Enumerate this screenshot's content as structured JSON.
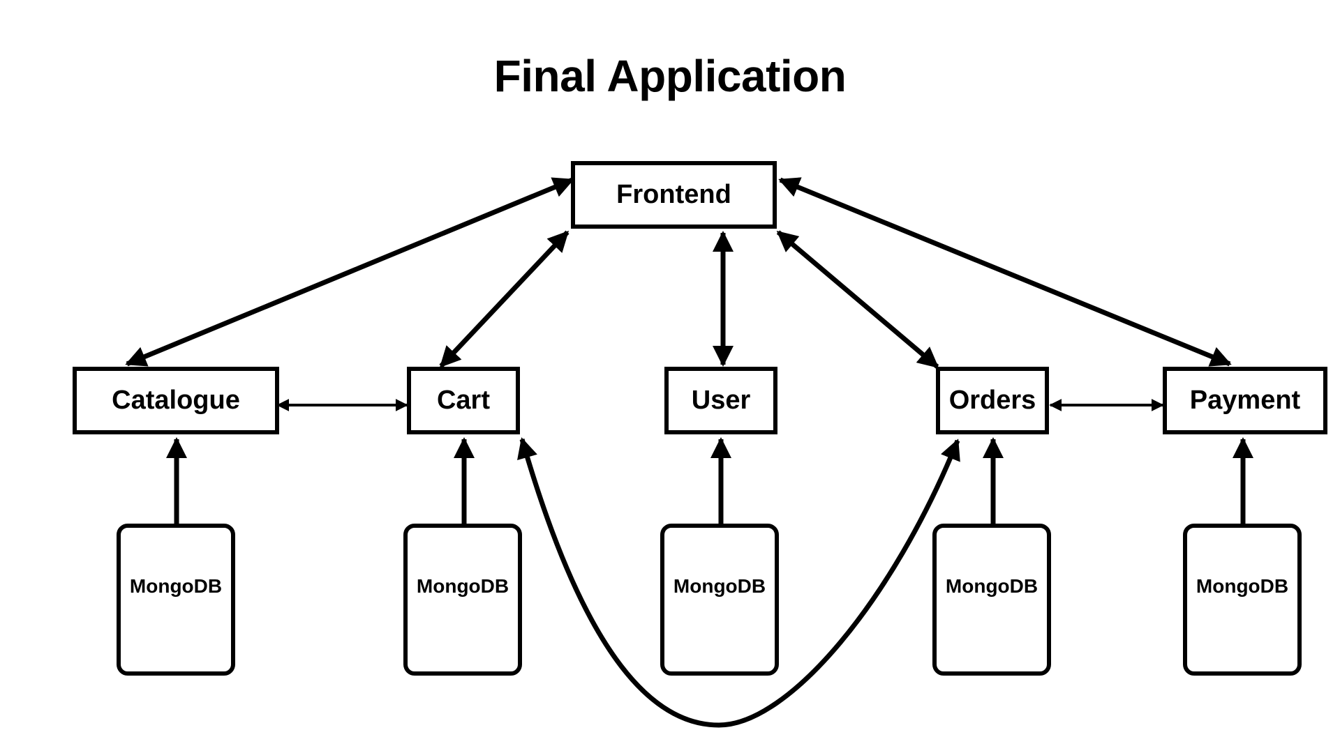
{
  "title": "Final Application",
  "services": {
    "frontend": "Frontend",
    "catalogue": "Catalogue",
    "cart": "Cart",
    "user": "User",
    "orders": "Orders",
    "payment": "Payment"
  },
  "databases": {
    "catalogue_db": "MongoDB",
    "cart_db": "MongoDB",
    "user_db": "MongoDB",
    "orders_db": "MongoDB",
    "payment_db": "MongoDB"
  },
  "connections": [
    {
      "from": "Frontend",
      "to": "Catalogue",
      "direction": "bidirectional"
    },
    {
      "from": "Frontend",
      "to": "Cart",
      "direction": "bidirectional"
    },
    {
      "from": "Frontend",
      "to": "User",
      "direction": "bidirectional"
    },
    {
      "from": "Frontend",
      "to": "Orders",
      "direction": "bidirectional"
    },
    {
      "from": "Frontend",
      "to": "Payment",
      "direction": "bidirectional"
    },
    {
      "from": "Catalogue",
      "to": "Cart",
      "direction": "bidirectional"
    },
    {
      "from": "Orders",
      "to": "Payment",
      "direction": "bidirectional"
    },
    {
      "from": "Cart",
      "to": "Orders",
      "direction": "bidirectional"
    },
    {
      "from": "MongoDB",
      "to": "Catalogue",
      "direction": "one-way"
    },
    {
      "from": "MongoDB",
      "to": "Cart",
      "direction": "one-way"
    },
    {
      "from": "MongoDB",
      "to": "User",
      "direction": "one-way"
    },
    {
      "from": "MongoDB",
      "to": "Orders",
      "direction": "one-way"
    },
    {
      "from": "MongoDB",
      "to": "Payment",
      "direction": "one-way"
    }
  ]
}
